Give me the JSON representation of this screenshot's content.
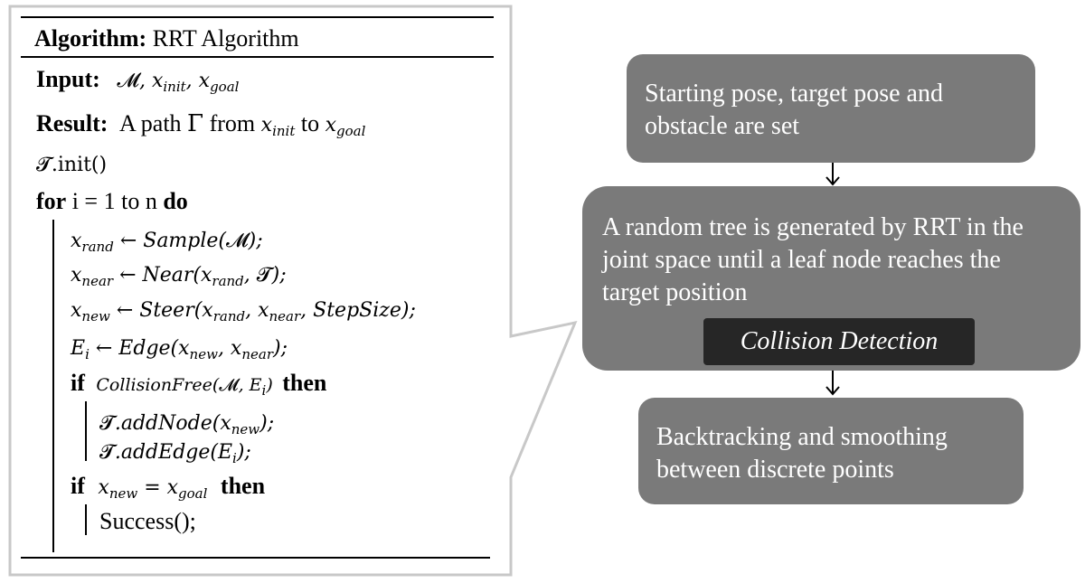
{
  "algorithm": {
    "title_bold": "Algorithm:",
    "title": "RRT Algorithm",
    "input_label": "Input:",
    "input_value": "𝓜, x_init, x_goal",
    "result_label": "Result:",
    "result_text_1": "A path",
    "result_gamma": "Γ",
    "result_text_2": "from",
    "result_text_3": "to",
    "init_line": "𝓣.init()",
    "for_kw": "for",
    "for_text": "i = 1 to n",
    "do_kw": "do",
    "line_sample": "x_rand ← Sample(𝓜);",
    "line_near": "x_near ← Near(x_rand, 𝓣);",
    "line_steer": "x_new ← Steer(x_rand, x_near, StepSize);",
    "line_edge": "E_i ← Edge(x_new, x_near);",
    "if_kw": "if",
    "if1_cond": "CollisionFree(𝓜, E_i)",
    "then_kw": "then",
    "line_addnode": "𝓣.addNode(x_new);",
    "line_addedge": "𝓣.addEdge(E_i);",
    "if2_cond": "x_new = x_goal",
    "success": "Success();"
  },
  "flow": {
    "step1": "Starting pose, target pose and obstacle are set",
    "step2": "A random tree is generated by RRT in the joint space until a leaf node reaches the target position",
    "step2_sub": "Collision Detection",
    "step3": "Backtracking and smoothing between discrete points"
  },
  "colors": {
    "box": "#7a7a7a",
    "inner_box": "#262626",
    "callout_border": "#c8c8c8"
  }
}
